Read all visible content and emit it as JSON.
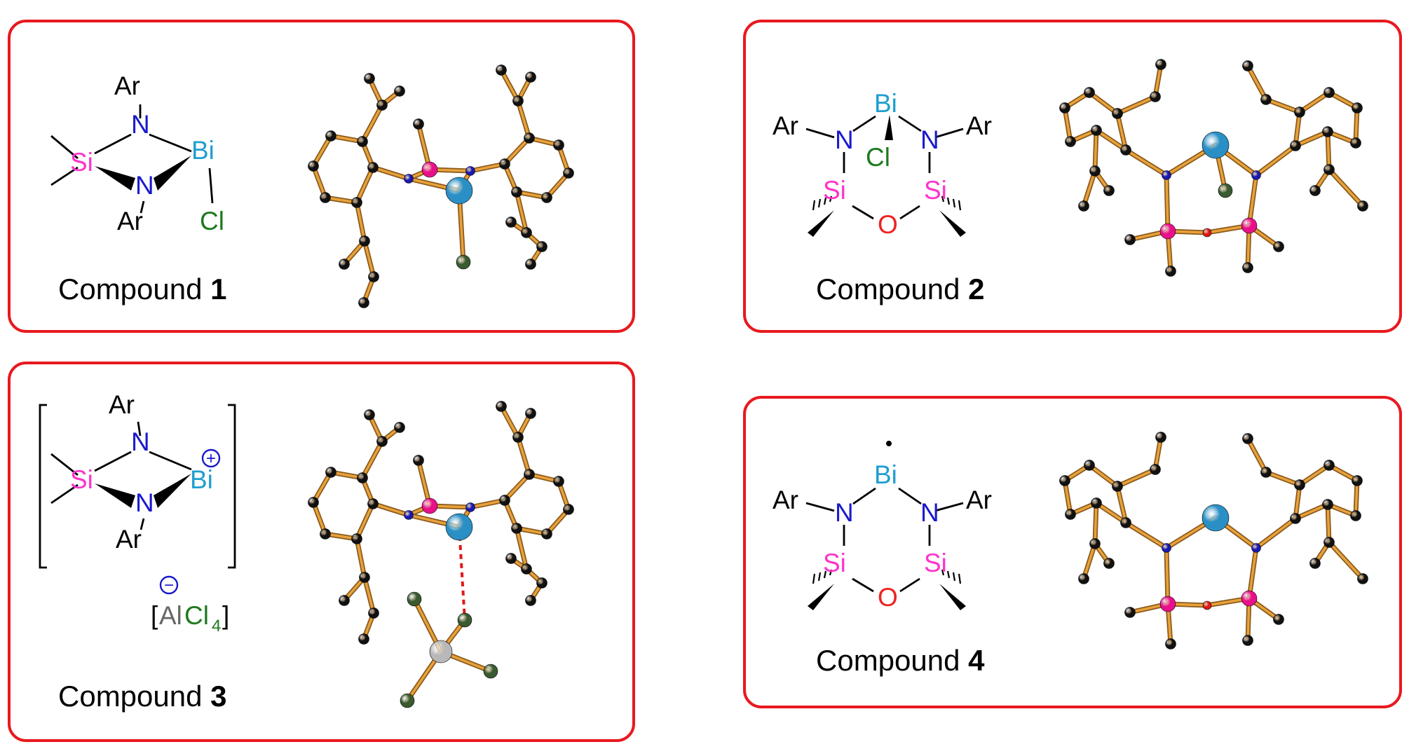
{
  "colors": {
    "frame": "#e8191e",
    "silicon": "#ff33cc",
    "nitrogen": "#1a1acc",
    "bismuth": "#1e9fd0",
    "chlorine": "#1e7a1e",
    "oxygen": "#ee2222",
    "aluminium": "#666666",
    "carbon": "#111111",
    "bond_stick": "#e8a23a",
    "bi_ball": "#2a8fc4",
    "si_ball": "#e8108a",
    "n_ball": "#1a1ab0",
    "cl_ball": "#3a5a30",
    "al_ball": "#b8b8b8"
  },
  "atoms": {
    "si": "Si",
    "n": "N",
    "bi": "Bi",
    "cl": "Cl",
    "o": "O",
    "ar": "Ar",
    "al": "Al",
    "cl_sub": "4"
  },
  "compounds": [
    {
      "caption_prefix": "Compound ",
      "number": "1"
    },
    {
      "caption_prefix": "Compound ",
      "number": "2"
    },
    {
      "caption_prefix": "Compound ",
      "number": "3"
    },
    {
      "caption_prefix": "Compound ",
      "number": "4"
    }
  ],
  "charges": {
    "cation": "+",
    "anion": "−"
  }
}
